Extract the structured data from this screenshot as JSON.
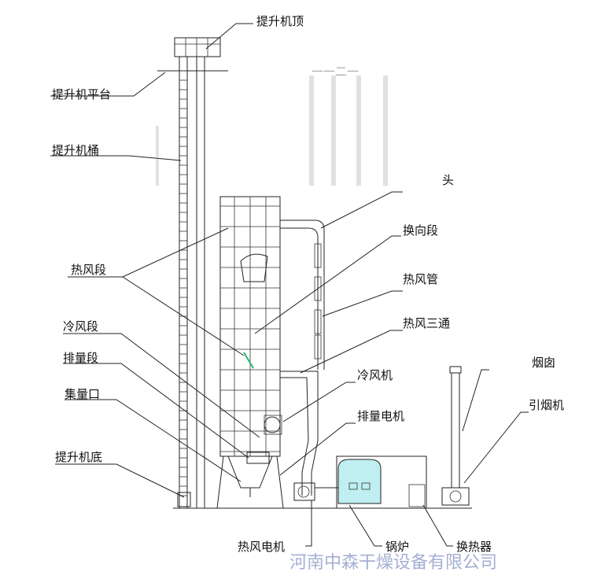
{
  "labels": {
    "elevator_top": "提升机顶",
    "elevator_platform": "提升机平台",
    "elevator_barrel": "提升机桶",
    "hot_air_section": "热风段",
    "cold_air_section": "冷风段",
    "discharge_section": "排量段",
    "collection_port": "集量口",
    "elevator_bottom": "提升机底",
    "reversing_section": "换向段",
    "hot_air_pipe": "热风管",
    "hot_air_tee": "热风三通",
    "cold_air_fan": "冷风机",
    "discharge_motor": "排量电机",
    "chimney": "烟囱",
    "induced_draft_fan": "引烟机",
    "hot_air_motor": "热风电机",
    "boiler": "锅炉",
    "heat_exchanger": "换热器",
    "top_fragment": "头",
    "blurred_fragment": "一一二一"
  },
  "watermark": "河南中森干燥设备有限公司",
  "colors": {
    "line": "#222222",
    "boiler": "#bfeff0",
    "accent_blue": "#2a6fb5",
    "fan_green": "#2bb673"
  }
}
